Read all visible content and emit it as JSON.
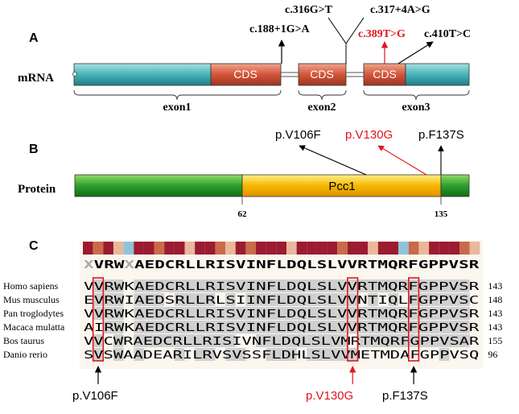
{
  "panel_a": {
    "label": "A",
    "row_label": "mRNA",
    "cds_label": "CDS",
    "exons": [
      "exon1",
      "exon2",
      "exon3"
    ],
    "mutations": [
      {
        "text": "c.188+1G>A",
        "color": "#000000"
      },
      {
        "text": "c.316G>T",
        "color": "#000000"
      },
      {
        "text": "c.317+4A>G",
        "color": "#000000"
      },
      {
        "text": "c.389T>G",
        "color": "#e0161b"
      },
      {
        "text": "c.410T>C",
        "color": "#000000"
      }
    ]
  },
  "panel_b": {
    "label": "B",
    "row_label": "Protein",
    "domain_label": "Pcc1",
    "start": "62",
    "end": "135",
    "mutations": [
      {
        "text": "p.V106F",
        "color": "#000000"
      },
      {
        "text": "p.V130G",
        "color": "#e0161b"
      },
      {
        "text": "p.F137S",
        "color": "#000000"
      }
    ]
  },
  "panel_c": {
    "label": "C",
    "consensus_lower": "X",
    "consensus": "VRW",
    "consensus_x2": "X",
    "consensus_rest": "AEDCRLLRISVINFLDQLSLVVRTMQRFGPPVSR",
    "species": [
      {
        "name": "Homo sapiens",
        "seq": "VVRWKAEDCRLLRISVINFLDQLSLVVRTMQRFGPPVSR",
        "end": "143"
      },
      {
        "name": "Mus musculus",
        "seq": "EVRWIAEDSRLLRLSIINFLDQLSLVVNTIQLFGPPVSC",
        "end": "148"
      },
      {
        "name": "Pan troglodytes",
        "seq": "VVRWKAEDCRLLRISVINFLDQLSLVVRTMQRFGPPVSR",
        "end": "143"
      },
      {
        "name": "Macaca mulatta",
        "seq": "AIRWKAEDCRLLRISVINFLDQLSLVVRTMQRFGPPVSR",
        "end": "143"
      },
      {
        "name": "Bos taurus",
        "seq": "VVCWRAEDCRLLRISIVNFLDQLSLVMRTMQRFGPPVSAR",
        "end": "155"
      },
      {
        "name": "Danio rerio",
        "seq": "SVSWAADEARILRVSVSSFLDHLSLVVMETMDAFGPPVSQ",
        "end": "96"
      }
    ],
    "mutations": [
      {
        "text": "p.V106F",
        "color": "#000000"
      },
      {
        "text": "p.V130G",
        "color": "#e0161b"
      },
      {
        "text": "p.F137S",
        "color": "#000000"
      }
    ],
    "colors": {
      "cons_high": "#9b1b30",
      "cons_mid": "#c96a4a",
      "cons_low": "#e9b89a",
      "cons_none": "#8fc3dc",
      "shade": "#cfcfcf",
      "box": "#e0161b"
    }
  },
  "colors": {
    "utr": "#46b4b8",
    "cds": "#d4553a",
    "protein": "#2ca02c",
    "domain": "#f5b800",
    "red": "#e0161b"
  }
}
